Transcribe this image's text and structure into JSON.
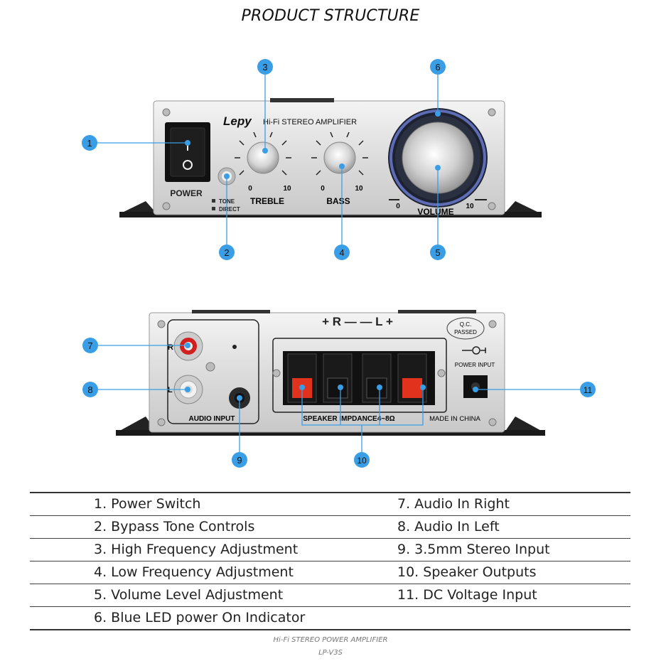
{
  "title": "PRODUCT STRUCTURE",
  "front": {
    "brand": "Lepy",
    "model_text": "Hi-Fi STEREO AMPLIFIER",
    "power_label": "POWER",
    "tone_label": "TONE",
    "direct_label": "DIRECT",
    "treble_label": "TREBLE",
    "bass_label": "BASS",
    "volume_label": "VOLUME",
    "scale_min": "0",
    "scale_max": "10"
  },
  "back": {
    "r_label": "R",
    "l_label": "L",
    "audio_input_label": "AUDIO INPUT",
    "speaker_polarity": "+ R —  — L +",
    "speaker_impedance": "SPEAKER IMPDANCE4~8Ω",
    "made_in": "MADE IN CHINA",
    "power_input_label": "POWER INPUT",
    "qc_line1": "Q.C.",
    "qc_line2": "PASSED"
  },
  "callouts": [
    "1",
    "2",
    "3",
    "4",
    "5",
    "6",
    "7",
    "8",
    "9",
    "10",
    "11"
  ],
  "legend": {
    "left": [
      "1. Power Switch",
      "2. Bypass Tone Controls",
      "3. High Frequency Adjustment",
      "4. Low Frequency Adjustment",
      "5. Volume Level Adjustment",
      "6. Blue LED power On Indicator"
    ],
    "right": [
      "7. Audio In Right",
      "8. Audio In Left",
      "9. 3.5mm Stereo Input",
      "10. Speaker Outputs",
      "11. DC Voltage Input",
      ""
    ]
  },
  "footer": {
    "line1": "Hi-Fi STEREO POWER AMPLIFIER",
    "line2": "LP-V3S"
  },
  "colors": {
    "callout_blue": "#3a9ee6",
    "panel_silver": "#e4e4e4",
    "terminal_red": "#e0321c"
  }
}
